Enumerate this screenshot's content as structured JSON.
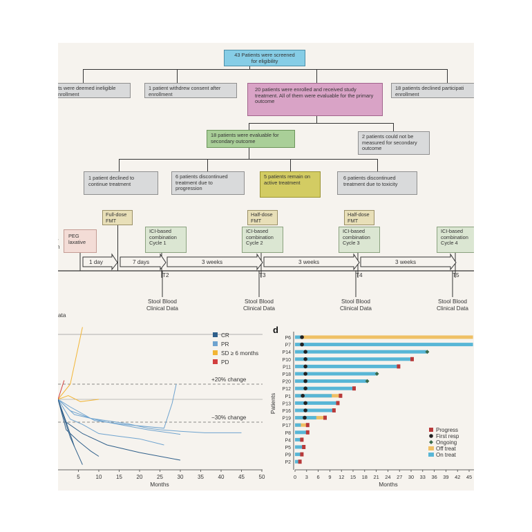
{
  "flowchart": {
    "top": "43 Patients were screened for eligibility",
    "ineligible": "nts were deemed ineligible enrollment",
    "withdrew": "1 patient withdrew consent after enrollment",
    "enrolled": "20 patients were enrolled and received study treatment. All of them were evaluable for the primary outcome",
    "declined": "18 patients declined participati enrollment",
    "evaluable": "18 patients were evaluable for secondary outcome",
    "not_measured": "2 patients could not be measured for secondary outcome",
    "declined_continue": "1 patient declined to continue treatment",
    "progression": "6 patients discontinued treatment due to progression",
    "remain_active": "5 patients remain on active treatment",
    "toxicity": "6 patients discontinued treatment due to toxicity"
  },
  "timeline": {
    "peg": "PEG laxative",
    "full_dose_fmt": "Full-dose FMT",
    "half_dose_fmt": "Half-dose FMT",
    "cycles": [
      "ICI-based combination Cycle 1",
      "ICI-based combination Cycle 2",
      "ICI-based combination Cycle 3",
      "ICI-based combination Cycle 4"
    ],
    "intervals": [
      "1 day",
      "7 days",
      "3 weeks",
      "3 weeks",
      "3 weeks"
    ],
    "timepoints": [
      "T2",
      "T3",
      "T4",
      "T5"
    ],
    "samples": "Stool Blood Clinical Data",
    "left_cut_top": "r\nn",
    "left_cut_bottom": "ata"
  },
  "panel_label_d": "d",
  "chart_data": [
    {
      "type": "line",
      "xlabel": "Months",
      "ylabel": "",
      "xlim": [
        0,
        50
      ],
      "x_ticks": [
        "5",
        "10",
        "15",
        "20",
        "25",
        "30",
        "35",
        "40",
        "45",
        "50"
      ],
      "reference_lines": [
        {
          "label": "+20% change",
          "value": 20
        },
        {
          "label": "0",
          "value": 0
        },
        {
          "label": "−30% change",
          "value": -30
        }
      ],
      "legend": [
        {
          "label": "CR",
          "color": "#2f5f8a"
        },
        {
          "label": "PR",
          "color": "#6ea3cf"
        },
        {
          "label": "SD ≥ 6 months",
          "color": "#f2b535"
        },
        {
          "label": "PD",
          "color": "#d23f3f"
        }
      ],
      "series": [
        {
          "group": "SD ≥ 6 months",
          "x": [
            0,
            3,
            6
          ],
          "y": [
            0,
            20,
            95
          ]
        },
        {
          "group": "SD ≥ 6 months",
          "x": [
            0,
            2.5,
            5.5,
            10
          ],
          "y": [
            0,
            5,
            -3,
            0
          ]
        },
        {
          "group": "PD",
          "x": [
            0,
            1.5
          ],
          "y": [
            0,
            25
          ]
        },
        {
          "group": "PR",
          "x": [
            0,
            3,
            9,
            16,
            26,
            28,
            29
          ],
          "y": [
            0,
            -10,
            -28,
            -33,
            -38,
            -5,
            20
          ]
        },
        {
          "group": "PR",
          "x": [
            0,
            3,
            8,
            17,
            22,
            25,
            30,
            36,
            45
          ],
          "y": [
            0,
            -15,
            -25,
            -32,
            -38,
            -40,
            -42,
            -44,
            -44
          ]
        },
        {
          "group": "PR",
          "x": [
            0,
            4,
            12,
            22,
            30
          ],
          "y": [
            0,
            -20,
            -30,
            -40,
            -46
          ]
        },
        {
          "group": "PR",
          "x": [
            0,
            3,
            6,
            10,
            14,
            20,
            26
          ],
          "y": [
            0,
            -26,
            -33,
            -45,
            -48,
            -52,
            -60
          ]
        },
        {
          "group": "CR",
          "x": [
            0,
            2,
            6,
            12,
            20,
            30
          ],
          "y": [
            0,
            -30,
            -45,
            -60,
            -70,
            -80
          ]
        },
        {
          "group": "CR",
          "x": [
            0,
            2,
            5,
            8,
            10
          ],
          "y": [
            0,
            -40,
            -55,
            -68,
            -75
          ]
        },
        {
          "group": "CR",
          "x": [
            0,
            3,
            6
          ],
          "y": [
            0,
            -50,
            -86
          ]
        },
        {
          "group": "CR",
          "x": [
            0,
            2,
            4
          ],
          "y": [
            0,
            -30,
            -62
          ]
        }
      ]
    },
    {
      "type": "bar",
      "orientation": "horizontal",
      "xlabel": "Months",
      "ylabel": "Patients",
      "xlim": [
        0,
        45
      ],
      "x_ticks": [
        "0",
        "3",
        "6",
        "9",
        "12",
        "15",
        "18",
        "21",
        "24",
        "27",
        "30",
        "33",
        "36",
        "39",
        "42",
        "45"
      ],
      "legend": [
        {
          "label": "Progress",
          "color": "#b83a3a"
        },
        {
          "label": "First resp",
          "color": "#222222"
        },
        {
          "label": "Ongoing",
          "color": "#3a6a4a"
        },
        {
          "label": "Off treat",
          "color": "#efc065"
        },
        {
          "label": "On treat",
          "color": "#58b6d6"
        }
      ],
      "patients": [
        {
          "id": "P6",
          "on": 1.5,
          "off": 46,
          "first_response": 1.8,
          "end": "none"
        },
        {
          "id": "P7",
          "on": 46,
          "off": 46,
          "first_response": 1.8,
          "end": "none"
        },
        {
          "id": "P14",
          "on": 34,
          "off": 34,
          "first_response": 2.7,
          "end": "ongoing"
        },
        {
          "id": "P10",
          "on": 30,
          "off": 30,
          "first_response": 2.7,
          "end": "progress"
        },
        {
          "id": "P11",
          "on": 26.5,
          "off": 26.5,
          "first_response": 2.7,
          "end": "progress"
        },
        {
          "id": "P18",
          "on": 21,
          "off": 21,
          "first_response": 2.7,
          "end": "ongoing"
        },
        {
          "id": "P20",
          "on": 18.5,
          "off": 18.5,
          "first_response": 2.7,
          "end": "ongoing"
        },
        {
          "id": "P12",
          "on": 15,
          "off": 15,
          "first_response": 2.7,
          "end": "progress"
        },
        {
          "id": "P1",
          "on": 9.5,
          "off": 11.5,
          "first_response": 2.0,
          "end": "progress"
        },
        {
          "id": "P13",
          "on": 10.8,
          "off": 10.8,
          "first_response": 2.7,
          "end": "progress"
        },
        {
          "id": "P16",
          "on": 9.8,
          "off": 9.8,
          "first_response": 2.7,
          "end": "progress"
        },
        {
          "id": "P19",
          "on": 5.5,
          "off": 7.5,
          "first_response": 2.5,
          "end": "progress"
        },
        {
          "id": "P17",
          "on": 1.5,
          "off": 3,
          "first_response": null,
          "end": "progress"
        },
        {
          "id": "P8",
          "on": 3,
          "off": 3,
          "first_response": null,
          "end": "progress"
        },
        {
          "id": "P4",
          "on": 1.5,
          "off": 1.5,
          "first_response": null,
          "end": "progress"
        },
        {
          "id": "P5",
          "on": 2,
          "off": 2,
          "first_response": null,
          "end": "progress"
        },
        {
          "id": "P9",
          "on": 1.5,
          "off": 1.5,
          "first_response": null,
          "end": "progress"
        },
        {
          "id": "P2",
          "on": 1,
          "off": 1,
          "first_response": null,
          "end": "progress"
        }
      ]
    }
  ]
}
